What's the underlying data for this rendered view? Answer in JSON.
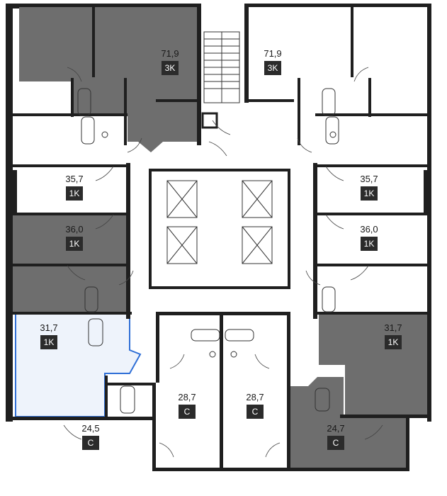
{
  "colors": {
    "sold": "#6e6e6e",
    "free": "#ffffff",
    "selected": "#eef3fb",
    "selected_border": "#2f6fd6",
    "wall": "#1f1f1f",
    "badge": "#2b2b2b"
  },
  "apartments": [
    {
      "id": "apt-top-left",
      "area": "71,9",
      "type": "3K",
      "status": "sold"
    },
    {
      "id": "apt-top-right",
      "area": "71,9",
      "type": "3K",
      "status": "free"
    },
    {
      "id": "apt-left-2",
      "area": "35,7",
      "type": "1K",
      "status": "free"
    },
    {
      "id": "apt-right-2",
      "area": "35,7",
      "type": "1K",
      "status": "free"
    },
    {
      "id": "apt-left-3",
      "area": "36,0",
      "type": "1K",
      "status": "sold"
    },
    {
      "id": "apt-right-3",
      "area": "36,0",
      "type": "1K",
      "status": "free"
    },
    {
      "id": "apt-left-4",
      "area": "31,7",
      "type": "1K",
      "status": "selected"
    },
    {
      "id": "apt-right-4",
      "area": "31,7",
      "type": "1K",
      "status": "sold"
    },
    {
      "id": "apt-center-left",
      "area": "28,7",
      "type": "C",
      "status": "free"
    },
    {
      "id": "apt-center-right",
      "area": "28,7",
      "type": "C",
      "status": "free"
    },
    {
      "id": "apt-bottom-left",
      "area": "24,5",
      "type": "C",
      "status": "free"
    },
    {
      "id": "apt-bottom-right",
      "area": "24,7",
      "type": "C",
      "status": "sold"
    }
  ]
}
